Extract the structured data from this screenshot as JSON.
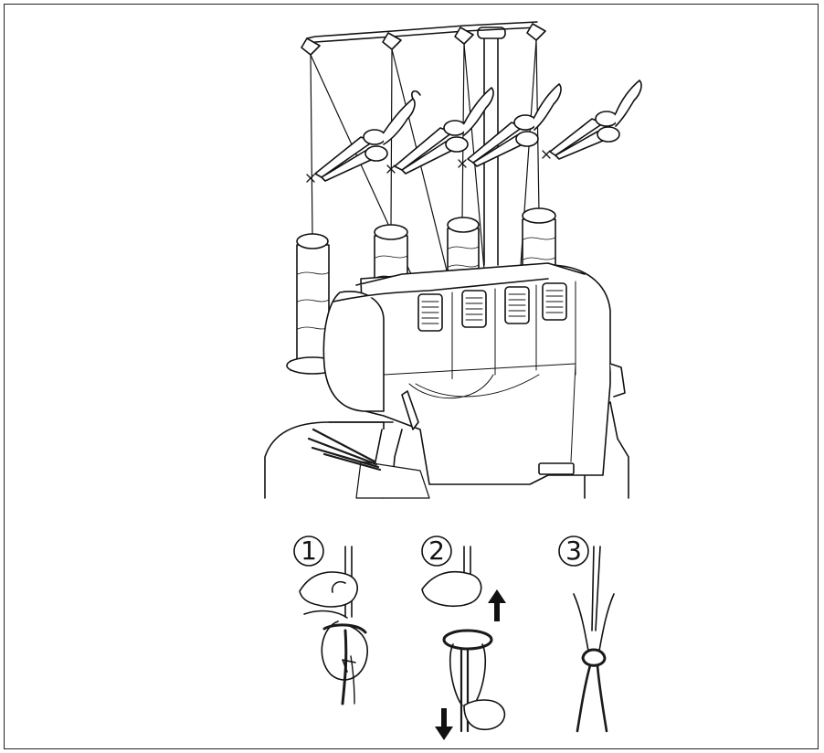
{
  "steps": [
    {
      "label": "1"
    },
    {
      "label": "2"
    },
    {
      "label": "3"
    }
  ],
  "colors": {
    "line": "#111111",
    "fill": "#ffffff",
    "thread_dark": "#1a1a1a"
  }
}
